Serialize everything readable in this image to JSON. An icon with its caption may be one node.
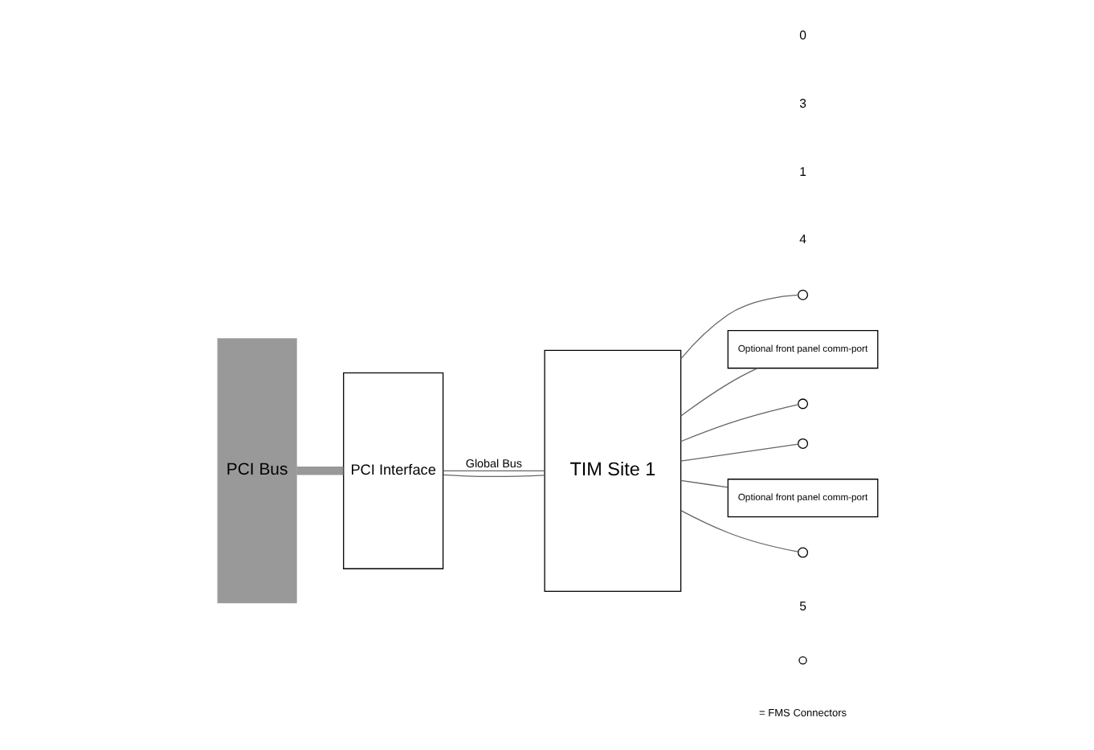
{
  "diagram": {
    "nodes": [
      {
        "text": [
          "PCI Bus"
        ]
      },
      {
        "text": [
          "PCI Interface"
        ]
      },
      {
        "text": [
          "TIM Site 1"
        ]
      },
      {
        "text": [],
        "shape": "circle"
      },
      {
        "text": [
          "Optional front panel comm-port"
        ]
      },
      {
        "text": [],
        "shape": "circle"
      },
      {
        "text": [],
        "shape": "circle"
      },
      {
        "text": [
          "Optional front panel comm-port"
        ]
      },
      {
        "text": [],
        "shape": "circle"
      }
    ],
    "edges": [
      {
        "from": 0,
        "to": 1,
        "arrow": "none",
        "style": "thick"
      },
      {
        "from": 1,
        "to": 2,
        "arrow": "none",
        "label": "Global Bus"
      },
      {
        "from": 1,
        "to": 2,
        "arrow": "none"
      },
      {
        "from": 2,
        "to": 3,
        "arrow": "none"
      },
      {
        "from": 2,
        "to": 4,
        "arrow": "none"
      },
      {
        "from": 2,
        "to": 5,
        "arrow": "none"
      },
      {
        "from": 2,
        "to": 6,
        "arrow": "none"
      },
      {
        "from": 2,
        "to": 7,
        "arrow": "none"
      },
      {
        "from": 2,
        "to": 8,
        "arrow": "none"
      }
    ],
    "labels": [
      "5",
      "4",
      "1",
      "3",
      "0"
    ],
    "legend": [
      {
        "text": "= FMS Connectors"
      }
    ]
  }
}
